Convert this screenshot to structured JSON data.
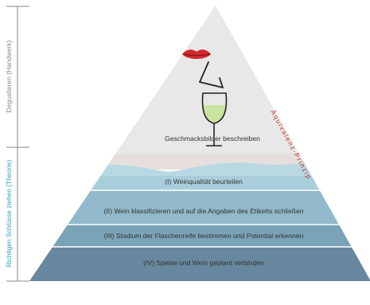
{
  "side_labels": {
    "top": "Degustieren (Handwerk)",
    "bottom": "Richtigen Schlüsse ziehen (Theorie)"
  },
  "arc_label": "Äquivalenz-Prinzip",
  "layers": {
    "apex": "Geschmacksbilder beschreiben",
    "l1": "(I) Weinqualität beurteilen",
    "l2": "(II) Wein klassifizieren und auf die Angaben des Etiketts schließen",
    "l3": "(III) Stadium der Flaschenreife bestimmen und Potential erkennen",
    "l4": "(IV) Speise und Wein geplant verbinden"
  },
  "icons": [
    "lips-icon",
    "nose-icon",
    "wine-glass-icon"
  ],
  "colors": {
    "apex": "#e8e8e8",
    "transition": "#e6dfdc",
    "water": "#b8d8e4",
    "layer1": "#a9cddb",
    "layer2": "#91b9cb",
    "layer3": "#7aa3b7",
    "layer4": "#67889e",
    "separator": "#ffffff",
    "side_top_text": "#888888",
    "side_bottom_text": "#2a9fc5",
    "arc_text": "#c0392b",
    "lips": "#d3282d",
    "wine": "#c9e3a0",
    "line": "#222222"
  }
}
